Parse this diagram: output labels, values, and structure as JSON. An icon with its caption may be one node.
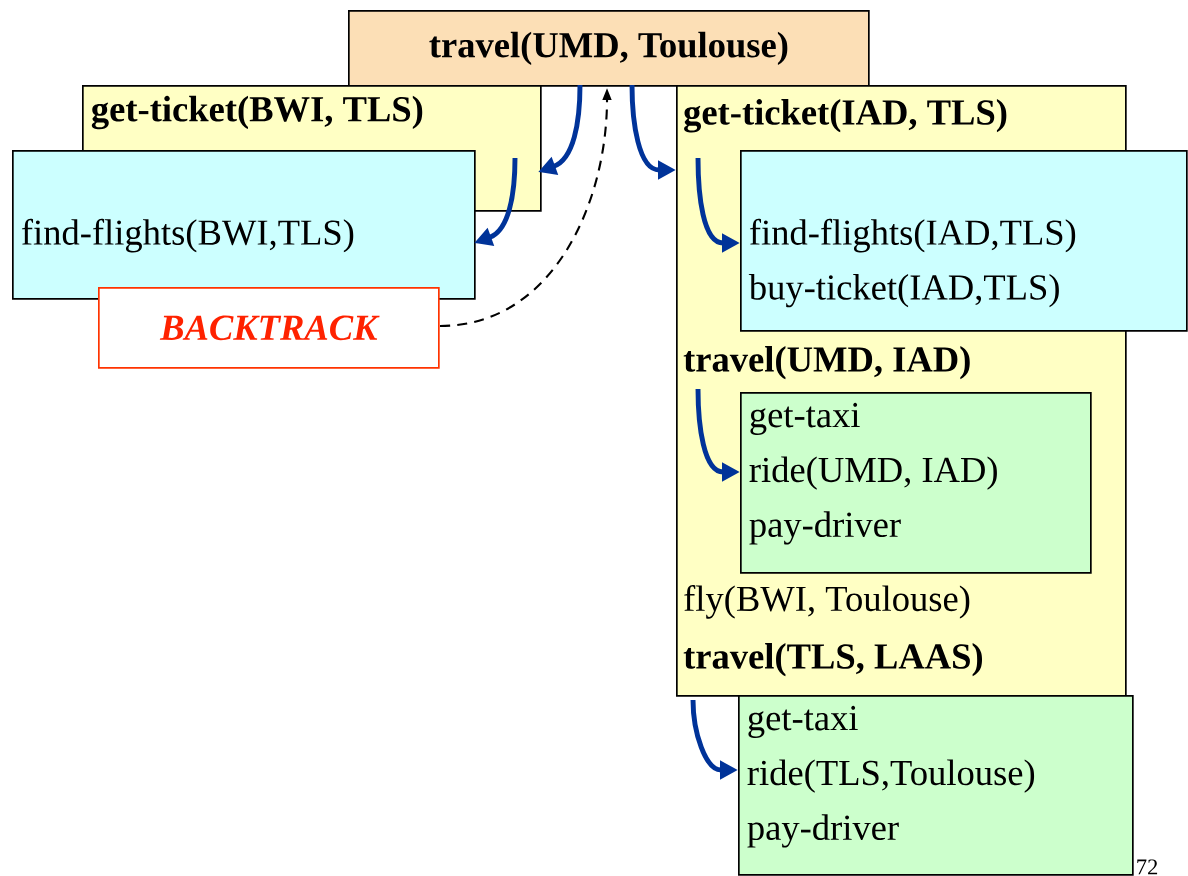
{
  "diagram": {
    "nodes": [
      {
        "text": [
          "travel(UMD, Toulouse)"
        ]
      },
      {
        "text": [
          "get-ticket(BWI, TLS)"
        ]
      },
      {
        "text": [
          "find-flights(BWI,TLS)"
        ]
      },
      {
        "text": [
          "BACKTRACK"
        ]
      },
      {
        "text": [],
        "shape": "box"
      },
      {
        "text": [
          "get-ticket(IAD, TLS)"
        ],
        "in": 4
      },
      {
        "text": [
          "find-flights(IAD,TLS)",
          "buy-ticket(IAD,TLS)"
        ]
      },
      {
        "text": [
          "travel(UMD, IAD)"
        ],
        "in": 4
      },
      {
        "text": [
          "get-taxi",
          "ride(UMD, IAD)",
          "pay-driver"
        ],
        "in": 4
      },
      {
        "text": [
          "fly(BWI, Toulouse)"
        ],
        "in": 4
      },
      {
        "text": [
          "travel(TLS, LAAS)"
        ],
        "in": 4
      },
      {
        "text": [
          "get-taxi",
          "ride(TLS,Toulouse)",
          "pay-driver"
        ]
      }
    ],
    "edges": [
      {
        "from": 0,
        "to": 1,
        "arrow": "to"
      },
      {
        "from": 0,
        "to": 4,
        "arrow": "to"
      },
      {
        "from": 1,
        "to": 2,
        "arrow": "to"
      },
      {
        "from": 5,
        "to": 6,
        "arrow": "to"
      },
      {
        "from": 7,
        "to": 8,
        "arrow": "to"
      },
      {
        "from": 10,
        "to": 11,
        "arrow": "to"
      },
      {
        "from": 3,
        "to": 0,
        "arrow": "to",
        "style": "dashed",
        "color": "#000000"
      }
    ],
    "labels": [
      "72"
    ]
  }
}
